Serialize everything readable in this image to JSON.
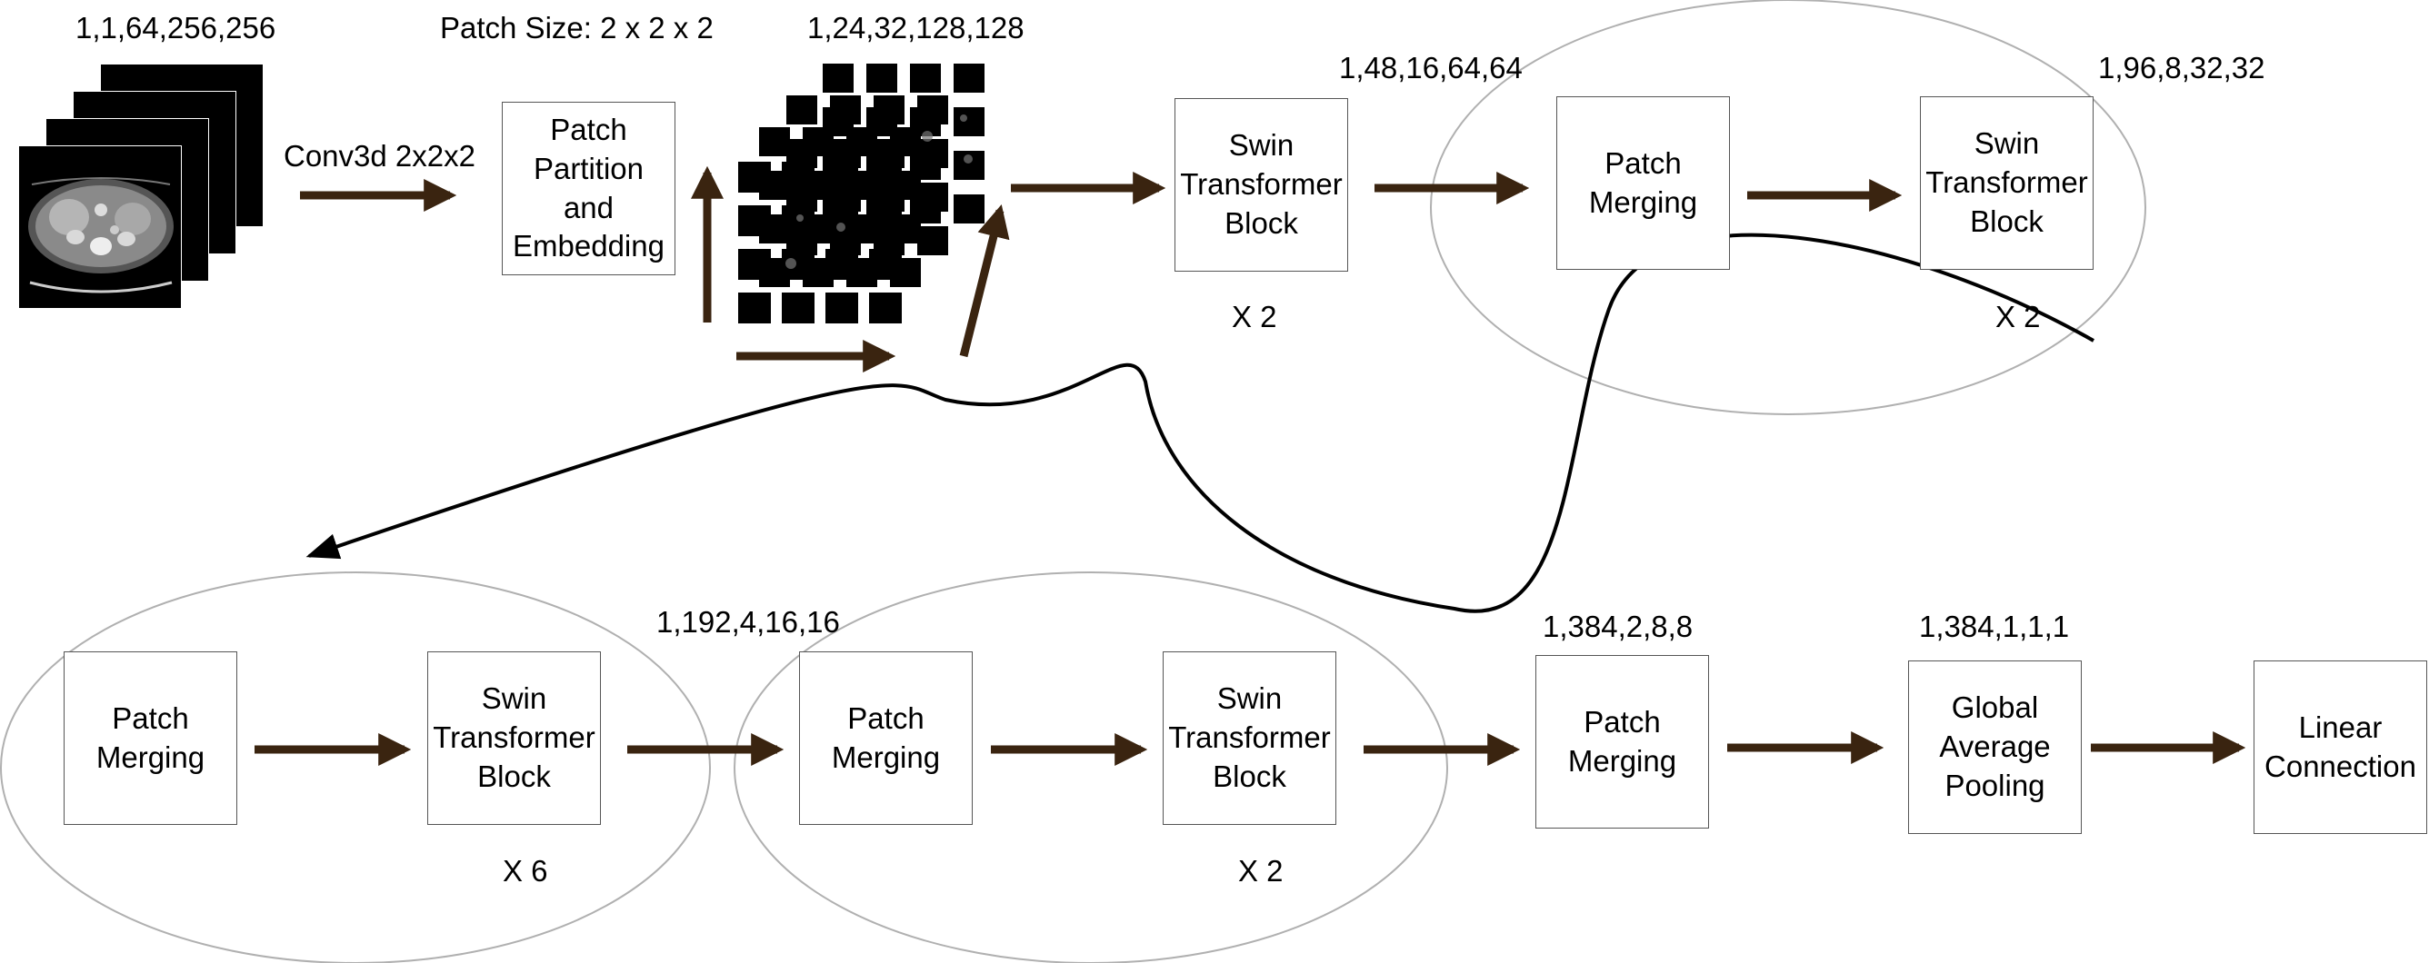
{
  "shapes": {
    "input": "1,1,64,256,256",
    "embed": "1,24,32,128,128",
    "stage1": "1,48,16,64,64",
    "stage2": "1,96,8,32,32",
    "stage3": "1,192,4,16,16",
    "stage4": "1,384,2,8,8",
    "pooled": "1,384,1,1,1"
  },
  "labels": {
    "conv": "Conv3d 2x2x2",
    "patch_size": "Patch Size: 2 x 2 x 2"
  },
  "boxes": {
    "patch_partition": "Patch\nPartition\nand\nEmbedding",
    "swin1": "Swin\nTransformer\nBlock",
    "merge1": "Patch\nMerging",
    "swin2": "Swin\nTransformer\nBlock",
    "merge2": "Patch\nMerging",
    "swin3": "Swin\nTransformer\nBlock",
    "merge3": "Patch\nMerging",
    "swin4": "Swin\nTransformer\nBlock",
    "merge4": "Patch\nMerging",
    "pool": "Global\nAverage\nPooling",
    "linear": "Linear\nConnection"
  },
  "repeats": {
    "swin1": "X 2",
    "swin2": "X 2",
    "swin3": "X 6",
    "swin4": "X 2"
  },
  "colors": {
    "arrow": "#3a2410",
    "box_border": "#555555",
    "ellipse": "#b0b0b0"
  }
}
